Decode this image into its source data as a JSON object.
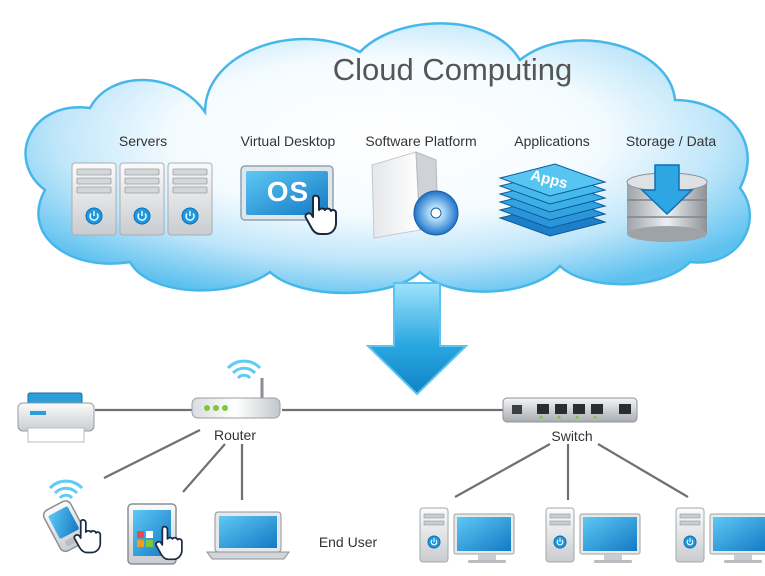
{
  "cloud": {
    "title": "Cloud Computing",
    "categories": {
      "servers": "Servers",
      "virtual_desktop": "Virtual Desktop",
      "software_platform": "Software Platform",
      "applications": "Applications",
      "storage": "Storage / Data"
    },
    "os_label": "OS",
    "apps_label": "Apps"
  },
  "network": {
    "router": "Router",
    "switch": "Switch",
    "end_user": "End User"
  },
  "colors": {
    "cloud_fill": "#79cdf1",
    "accent_blue": "#1a9ed9",
    "link_gray": "#707070"
  }
}
